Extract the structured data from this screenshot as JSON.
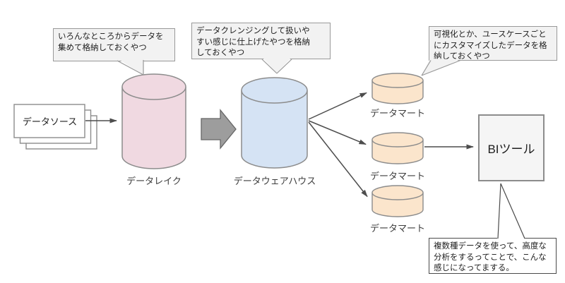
{
  "diagram": {
    "nodes": {
      "data_source": {
        "label": "データソース",
        "shape": "stacked-rects",
        "fill": "#ffffff"
      },
      "data_lake": {
        "label": "データレイク",
        "shape": "cylinder",
        "fill": "#f0d9e1"
      },
      "data_warehouse": {
        "label": "データウェアハウス",
        "shape": "cylinder",
        "fill": "#d5e3f4"
      },
      "data_mart_1": {
        "label": "データマート",
        "shape": "cylinder",
        "fill": "#fbe5cc"
      },
      "data_mart_2": {
        "label": "データマート",
        "shape": "cylinder",
        "fill": "#fbe5cc"
      },
      "data_mart_3": {
        "label": "データマート",
        "shape": "cylinder",
        "fill": "#fbe5cc"
      },
      "bi_tool": {
        "label": "BIツール",
        "shape": "rect",
        "fill": "#f5f5f5"
      }
    },
    "notes": {
      "data_lake_note": {
        "target": "data_lake",
        "lines": [
          "いろんなところからデータを",
          "集めて格納しておくやつ"
        ]
      },
      "data_warehouse_note": {
        "target": "data_warehouse",
        "lines": [
          "データクレンジングして扱いや",
          "すい感じに仕上げたやつを格納",
          "しておくやつ"
        ]
      },
      "data_mart_note": {
        "target": "data_mart_1",
        "lines": [
          "可視化とか、ユースケースごと",
          "にカスタマイズしたデータを格",
          "納しておくやつ"
        ]
      },
      "bi_tool_note": {
        "target": "bi_tool",
        "lines": [
          "複数種データを使って、高度な",
          "分析をするってことで、こんな",
          "感じになってまする。"
        ]
      }
    },
    "edges": [
      {
        "from": "data_source",
        "to": "data_lake",
        "style": "thin-arrow"
      },
      {
        "from": "data_lake",
        "to": "data_warehouse",
        "style": "block-arrow"
      },
      {
        "from": "data_warehouse",
        "to": "data_mart_1",
        "style": "thin-arrow"
      },
      {
        "from": "data_warehouse",
        "to": "data_mart_2",
        "style": "thin-arrow"
      },
      {
        "from": "data_warehouse",
        "to": "data_mart_3",
        "style": "thin-arrow"
      },
      {
        "from": "data_mart_2",
        "to": "bi_tool",
        "style": "thin-arrow"
      }
    ],
    "colors": {
      "arrow": "#4d4d4d",
      "block_arrow_fill": "#9d9d9d",
      "block_arrow_stroke": "#666666",
      "shape_stroke": "#8c8c8c",
      "note_fill": "#f2f2f2",
      "note_border": "#999999",
      "callout_border": "#4a4a4a",
      "background": "#ffffff"
    }
  }
}
